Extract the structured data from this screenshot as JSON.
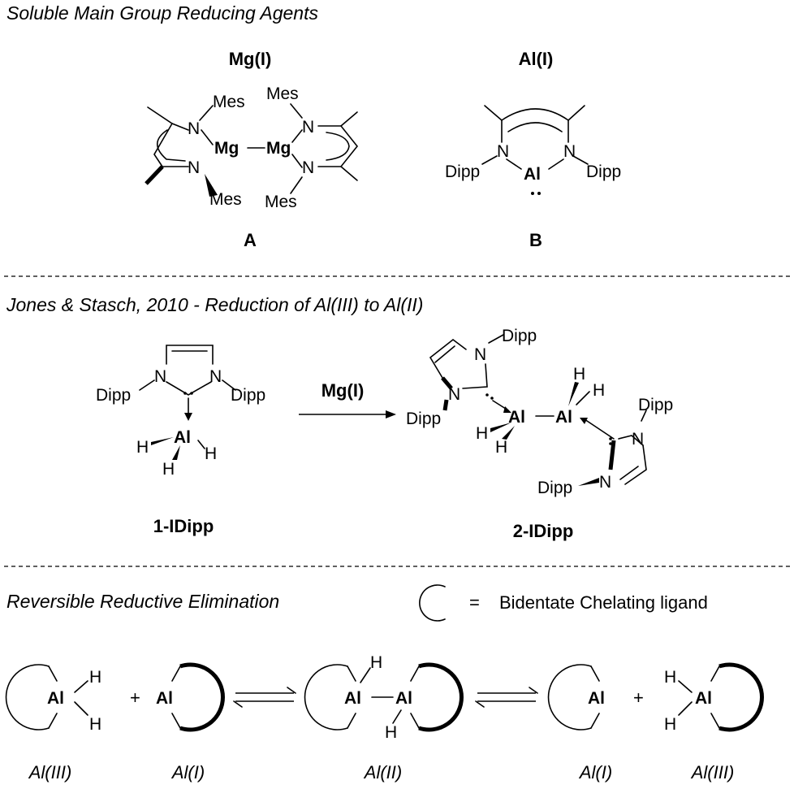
{
  "colors": {
    "mg": "#1a1adb",
    "al_red": "#e8151d",
    "al_green": "#3aa535",
    "text": "#000000"
  },
  "section1": {
    "title": "Soluble Main Group Reducing Agents",
    "mg_heading": "Mg(I)",
    "al_heading": "Al(I)",
    "label_A": "A",
    "label_B": "B",
    "atoms": {
      "N": "N",
      "Mg": "Mg",
      "Al": "Al",
      "Mes": "Mes",
      "Dipp": "Dipp"
    }
  },
  "section2": {
    "title": "Jones & Stasch, 2010 - Reduction of Al(III) to Al(II)",
    "reagent": "Mg(I)",
    "reactant_label": "1-IDipp",
    "product_label": "2-IDipp",
    "atoms": {
      "N": "N",
      "Al": "Al",
      "H": "H",
      "Dipp": "Dipp"
    }
  },
  "section3": {
    "title": "Reversible Reductive Elimination",
    "legend_equals": "=",
    "legend_text": "Bidentate Chelating ligand",
    "ox_states": [
      "Al(III)",
      "Al(I)",
      "Al(II)",
      "Al(I)",
      "Al(III)"
    ],
    "plus": "+",
    "atoms": {
      "Al": "Al",
      "H": "H"
    }
  }
}
